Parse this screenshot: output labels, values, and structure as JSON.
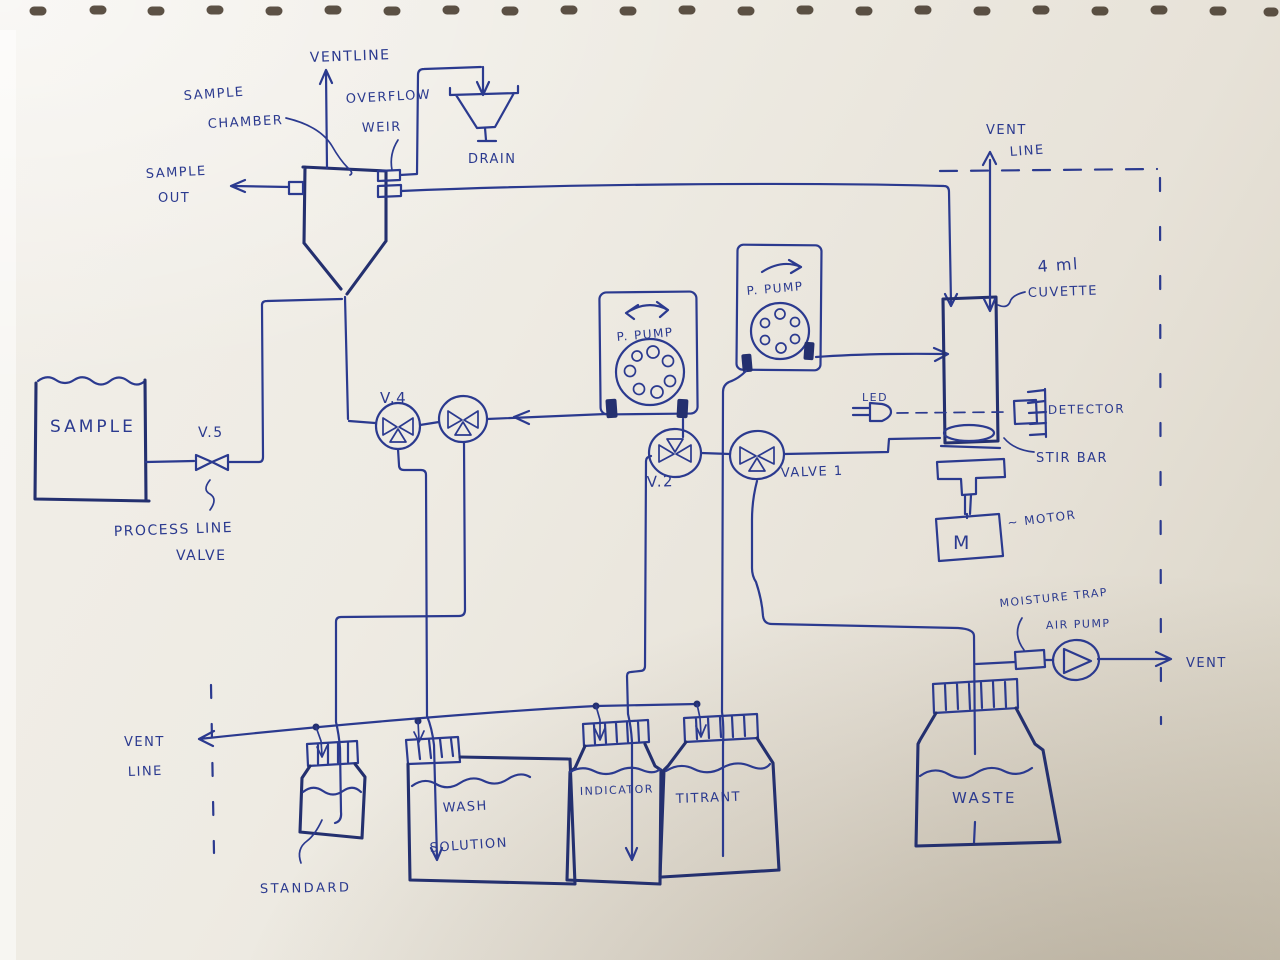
{
  "colors": {
    "ink": "#2b3a8f",
    "ink_dark": "#24306f",
    "paper": "#edeae2",
    "hole": "#473b2e"
  },
  "diagram": {
    "chamber": {
      "vent": "VENTLINE",
      "name1": "SAMPLE",
      "name2": "CHAMBER",
      "overflow1": "OVERFLOW",
      "overflow2": "WEIR",
      "drain": "DRAIN",
      "sample_out1": "SAMPLE",
      "sample_out2": "OUT"
    },
    "process": {
      "tank": "SAMPLE",
      "valve": "V.5",
      "valve_desc1": "PROCESS LINE",
      "valve_desc2": "VALVE"
    },
    "valves": {
      "v4": "V.4",
      "v2": "V.2",
      "valve1": "VALVE 1"
    },
    "pumps": {
      "pump1": "P. PUMP",
      "pump2": "P. PUMP"
    },
    "cuvette": {
      "vent1": "VENT",
      "vent2": "LINE",
      "volume": "4 ml",
      "name": "CUVETTE",
      "led": "LED",
      "detector": "DETECTOR",
      "stir_bar": "STIR BAR",
      "motor_letter": "M",
      "motor": "~ MOTOR"
    },
    "air": {
      "trap": "MOISTURE TRAP",
      "pump": "AIR PUMP",
      "vent": "VENT"
    },
    "bottles": {
      "vent1": "VENT",
      "vent2": "LINE",
      "standard": "STANDARD",
      "wash1": "WASH",
      "wash2": "SOLUTION",
      "indicator": "INDICATOR",
      "titrant": "TITRANT",
      "waste": "WASTE"
    }
  }
}
